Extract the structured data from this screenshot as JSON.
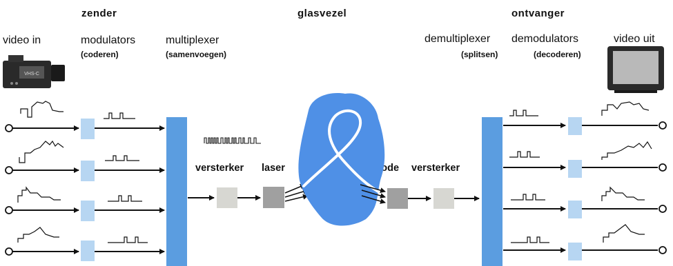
{
  "headings": {
    "sender": "zender",
    "fiber": "glasvezel",
    "receiver": "ontvanger"
  },
  "labels": {
    "video_in": "video in",
    "modulators": "modulators",
    "modulators_sub": "(coderen)",
    "multiplexer": "multiplexer",
    "multiplexer_sub": "(samenvoegen)",
    "demultiplexer": "demultiplexer",
    "demultiplexer_sub": "(splitsen)",
    "demodulators": "demodulators",
    "demodulators_sub": "(decoderen)",
    "video_out": "video uit",
    "amplifier_tx": "versterker",
    "laser": "laser",
    "photodiode": "fotodiode",
    "amplifier_rx": "versterker",
    "camera_badge": "VHS-C"
  },
  "colors": {
    "mux_bar": "#5b9de0",
    "modulator_box": "#b7d6f2",
    "fiber_blob": "#4f90e6",
    "amp_box": "#d7d7d2",
    "laser_box": "#a0a0a0",
    "camera_body": "#2a2a2a",
    "tv_screen": "#b9b9b9"
  },
  "channels": 4
}
